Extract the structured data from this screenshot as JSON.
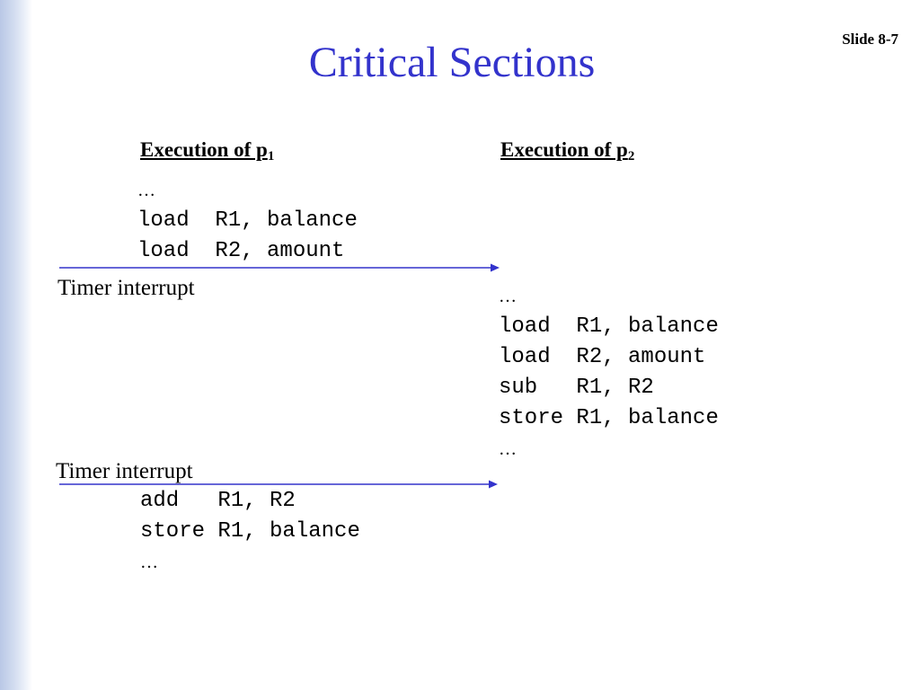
{
  "slide": {
    "number": "Slide 8-7",
    "title": "Critical Sections",
    "accent_color": "#3333cc",
    "arrow_color": "#3333cc"
  },
  "p1": {
    "heading_text": "Execution of p",
    "heading_sub": "1",
    "block1": [
      "…",
      "load  R1, balance",
      "load  R2, amount"
    ],
    "block2": [
      "add   R1, R2",
      "store R1, balance",
      "…"
    ]
  },
  "p2": {
    "heading_text": "Execution of p",
    "heading_sub": "2",
    "block": [
      "…",
      "load  R1, balance",
      "load  R2, amount",
      "sub   R1, R2",
      "store R1, balance",
      "…"
    ]
  },
  "interrupts": {
    "first_label": "Timer interrupt",
    "second_label": "Timer interrupt"
  }
}
